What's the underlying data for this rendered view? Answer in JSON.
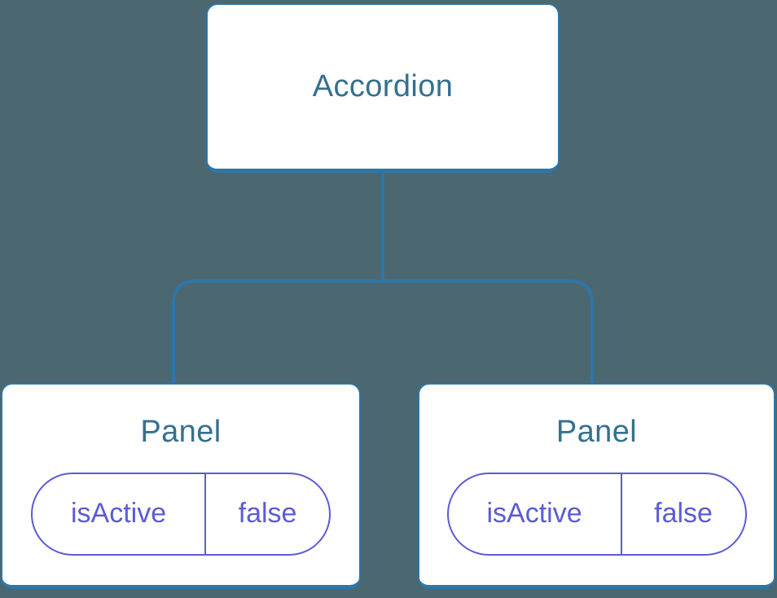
{
  "diagram": {
    "type": "component-tree",
    "root": {
      "label": "Accordion"
    },
    "children": [
      {
        "label": "Panel",
        "state": {
          "key": "isActive",
          "value": "false"
        }
      },
      {
        "label": "Panel",
        "state": {
          "key": "isActive",
          "value": "false"
        }
      }
    ]
  },
  "colors": {
    "background": "#4B6770",
    "node_background": "#FFFFFF",
    "node_border": "#2E76A8",
    "node_title_text": "#35708F",
    "connector_line": "#2E76A8",
    "state_pill_accent": "#5B5BD6"
  }
}
